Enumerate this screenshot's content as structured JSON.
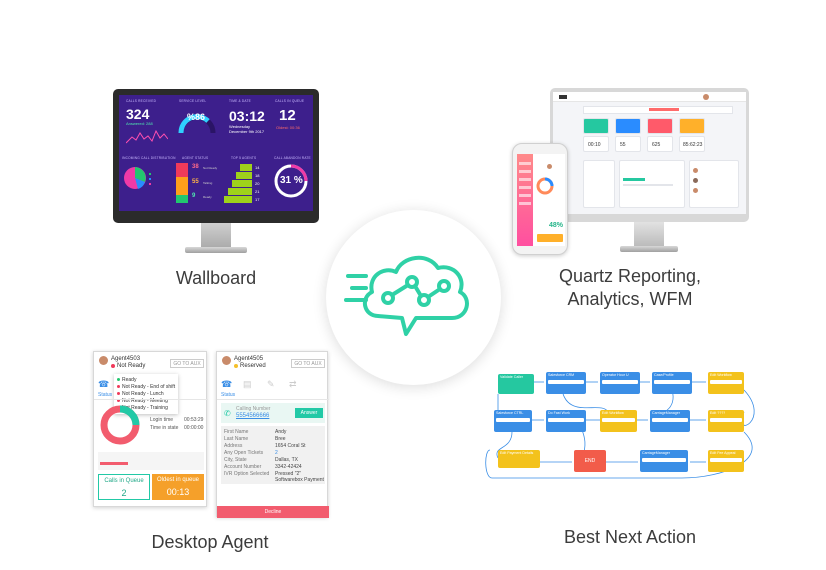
{
  "captions": {
    "wallboard": "Wallboard",
    "quartz_line1": "Quartz Reporting,",
    "quartz_line2": "Analytics, WFM",
    "desktop_agent": "Desktop Agent",
    "best_next_action": "Best Next Action"
  },
  "wallboard": {
    "calls_received_label": "Calls Received",
    "calls_received": "324",
    "answered": "Answered: 288",
    "service_level_label": "Service Level",
    "service_level": "%86",
    "time_date_label": "Time & Date",
    "time": "03:12",
    "date_line1": "Wednesday",
    "date_line2": "December 9th 2017",
    "calls_in_queue_label": "Calls in Queue",
    "calls_in_queue": "12",
    "oldest": "Oldest: 00:36",
    "distribution_label": "Incoming Call Distribution",
    "agent_status_label": "Agent Status",
    "top5_label": "Top 5 Agents",
    "abandon_label": "Call Abandon Rate",
    "abandon_rate": "31 %",
    "status_values": [
      "38",
      "55",
      "9"
    ],
    "status_names": [
      "Not Ready",
      "Talking",
      "Ready"
    ],
    "top5_values": [
      "14",
      "18",
      "20",
      "21",
      "17"
    ]
  },
  "quartz": {
    "kpis": [
      "00:10",
      "55",
      "625",
      "85:62:23"
    ],
    "phone_percent": "48%",
    "accent": "#ff6b6b"
  },
  "desktop_agent": {
    "panel1": {
      "agent_name": "Agent4503",
      "status": "Not Ready",
      "goto_aux": "GO TO AUX",
      "menu": [
        "Ready",
        "Not Ready - End of shift",
        "Not Ready - Lunch",
        "Not Ready - Meeting",
        "Not Ready - Training"
      ],
      "tab": "Status",
      "login_time_label": "Login time",
      "login_time": "00:53:29",
      "time_in_state_label": "Time in state",
      "time_in_state": "00:00:00",
      "calls_in_queue_label": "Calls in Queue",
      "calls_in_queue": "2",
      "oldest_label": "Oldest in queue",
      "oldest": "00:13"
    },
    "panel2": {
      "agent_name": "Agent4505",
      "status": "Reserved",
      "goto_aux": "GO TO AUX",
      "tab": "Status",
      "incoming_label": "Calling Number",
      "incoming_number": "5554566666",
      "answer": "Answer",
      "fields": [
        [
          "First Name",
          "Andy"
        ],
        [
          "Last Name",
          "Bree"
        ],
        [
          "Address",
          "1654 Coral St"
        ],
        [
          "Any Open Tickets",
          "2"
        ],
        [
          "City, State",
          "Dallas, TX"
        ],
        [
          "Account Number",
          "3342-42424"
        ],
        [
          "IVR Option Selected",
          "Pressed \"2\""
        ],
        [
          "",
          "Softwarebox Payment"
        ]
      ],
      "decline": "Decline"
    }
  },
  "flow": {
    "end_label": "END",
    "nodes": [
      "Validate Caller",
      "Salesforce CRM",
      "Operator Hour U",
      "Case/Profile",
      "Edit Workflow",
      "Salesforce CTRL",
      "Do Fast Work",
      "Edit Workflow",
      "CarriageManager",
      "Edit ????",
      "Edit Payment Details",
      "CarriageManager",
      "Edit Fee Appeal"
    ]
  }
}
